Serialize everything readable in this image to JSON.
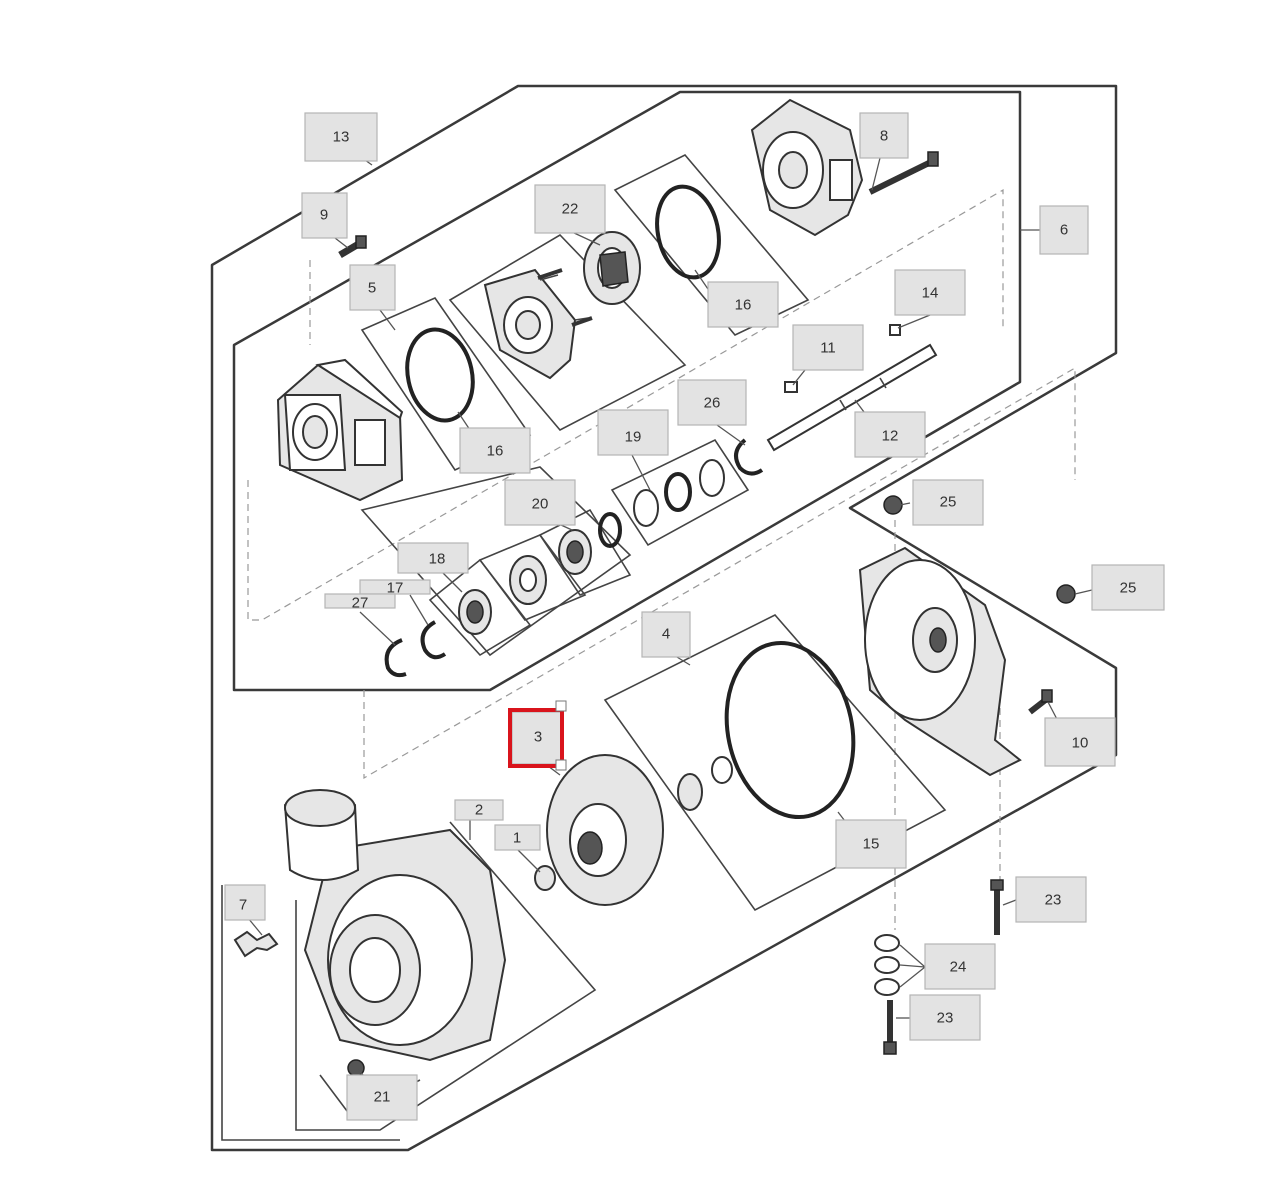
{
  "accent_color": "#d9141c",
  "highlighted_callout": "3",
  "callouts": [
    {
      "id": "c13",
      "label": "13"
    },
    {
      "id": "c9",
      "label": "9"
    },
    {
      "id": "c5",
      "label": "5"
    },
    {
      "id": "c22",
      "label": "22"
    },
    {
      "id": "c8",
      "label": "8"
    },
    {
      "id": "c6",
      "label": "6"
    },
    {
      "id": "c16a",
      "label": "16"
    },
    {
      "id": "c14",
      "label": "14"
    },
    {
      "id": "c11",
      "label": "11"
    },
    {
      "id": "c16b",
      "label": "16"
    },
    {
      "id": "c26",
      "label": "26"
    },
    {
      "id": "c19",
      "label": "19"
    },
    {
      "id": "c12",
      "label": "12"
    },
    {
      "id": "c20",
      "label": "20"
    },
    {
      "id": "c25a",
      "label": "25"
    },
    {
      "id": "c18",
      "label": "18"
    },
    {
      "id": "c17",
      "label": "17"
    },
    {
      "id": "c27",
      "label": "27"
    },
    {
      "id": "c4",
      "label": "4"
    },
    {
      "id": "c25b",
      "label": "25"
    },
    {
      "id": "c3",
      "label": "3"
    },
    {
      "id": "c10",
      "label": "10"
    },
    {
      "id": "c2",
      "label": "2"
    },
    {
      "id": "c1",
      "label": "1"
    },
    {
      "id": "c15",
      "label": "15"
    },
    {
      "id": "c7",
      "label": "7"
    },
    {
      "id": "c23a",
      "label": "23"
    },
    {
      "id": "c24",
      "label": "24"
    },
    {
      "id": "c23b",
      "label": "23"
    },
    {
      "id": "c21",
      "label": "21"
    }
  ]
}
